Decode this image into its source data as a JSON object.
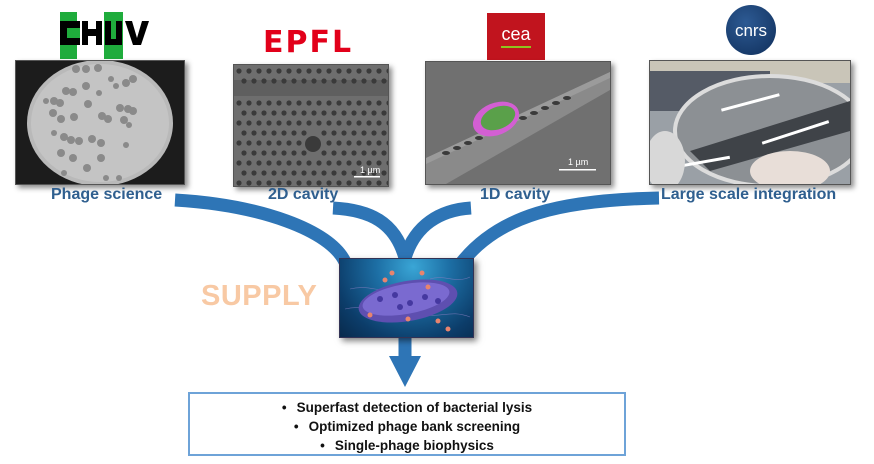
{
  "logos": {
    "chuv": {
      "text": "CHUV",
      "color": "#000000",
      "accent": "#1fac3c"
    },
    "epfl": {
      "text": "EPFL",
      "color": "#e2001a"
    },
    "cea": {
      "text": "cea",
      "color": "#c1141e",
      "accent": "#8fc31f"
    },
    "cnrs": {
      "text": "cnrs",
      "color": "#0f2e5a"
    }
  },
  "panels": [
    {
      "id": "phage-science",
      "caption": "Phage science",
      "image": "petri-dish-plaques"
    },
    {
      "id": "2d-cavity",
      "caption": "2D cavity",
      "image": "photonic-crystal-2d",
      "scale_bar": "1 µm"
    },
    {
      "id": "1d-cavity",
      "caption": "1D cavity",
      "image": "nanobeam-with-bacterium",
      "scale_bar": "1 µm"
    },
    {
      "id": "large-scale",
      "caption": "Large scale integration",
      "image": "wafer-in-gloved-hand"
    }
  ],
  "center": {
    "label": "SUPPLY",
    "label_color": "#f8c9a4",
    "image": "bacterium-with-phages"
  },
  "arrow_color": "#2e75b6",
  "outcomes": {
    "border_color": "#6ea3d8",
    "bullet": "•",
    "items": [
      "Superfast detection of bacterial lysis",
      "Optimized phage bank screening",
      "Single-phage biophysics"
    ]
  },
  "caption_color": "#2f5f8f"
}
